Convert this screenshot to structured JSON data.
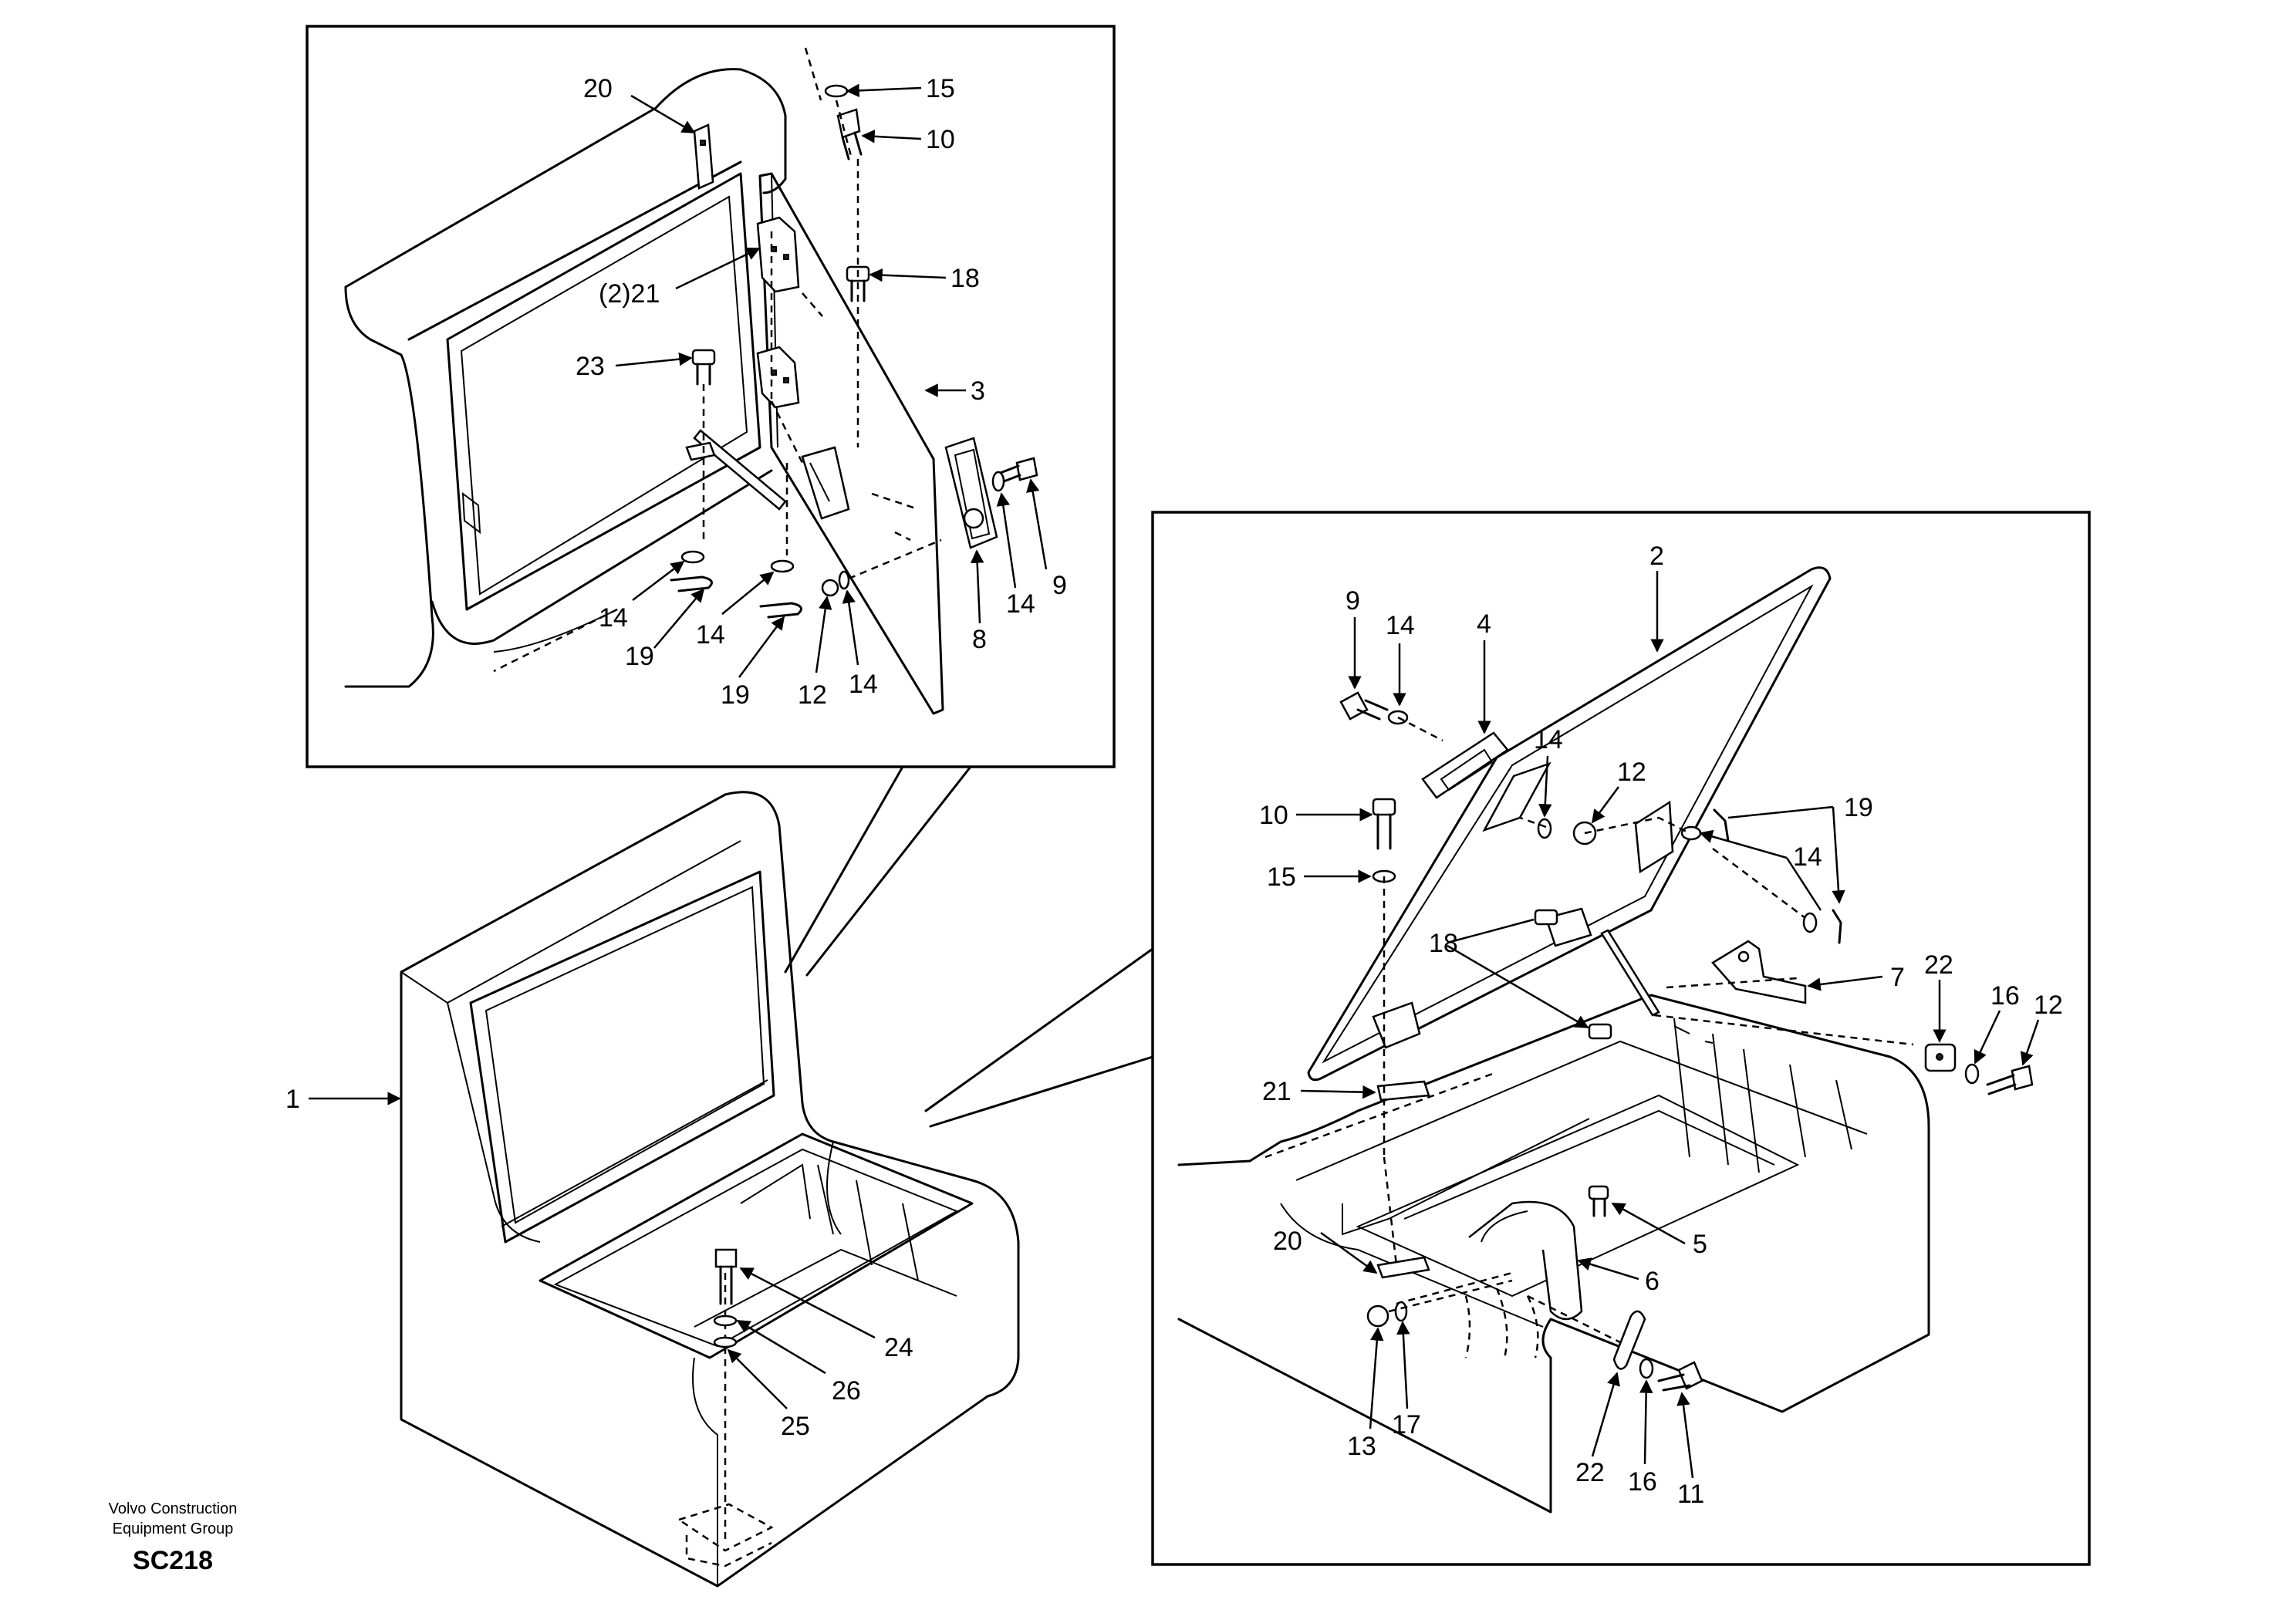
{
  "footer": {
    "brand_line1": "Volvo Construction",
    "brand_line2": "Equipment Group",
    "code": "SC218"
  },
  "callouts": {
    "d1_20": "20",
    "d1_15": "15",
    "d1_10": "10",
    "d1_2_21": "(2)21",
    "d1_18": "18",
    "d1_23": "23",
    "d1_3": "3",
    "d1_9": "9",
    "d1_8": "8",
    "d1_14a": "14",
    "d1_14b": "14",
    "d1_14c": "14",
    "d1_14d": "14",
    "d1_19a": "19",
    "d1_19b": "19",
    "d1_12": "12",
    "m_1": "1",
    "m_24": "24",
    "m_26": "26",
    "m_25": "25",
    "d2_2": "2",
    "d2_9": "9",
    "d2_14a": "14",
    "d2_4": "4",
    "d2_14b": "14",
    "d2_12a": "12",
    "d2_19": "19",
    "d2_10": "10",
    "d2_14c": "14",
    "d2_15": "15",
    "d2_18": "18",
    "d2_7": "7",
    "d2_22a": "22",
    "d2_16a": "16",
    "d2_12b": "12",
    "d2_21": "21",
    "d2_5": "5",
    "d2_20": "20",
    "d2_6": "6",
    "d2_13": "13",
    "d2_17": "17",
    "d2_22b": "22",
    "d2_16b": "16",
    "d2_11": "11"
  }
}
